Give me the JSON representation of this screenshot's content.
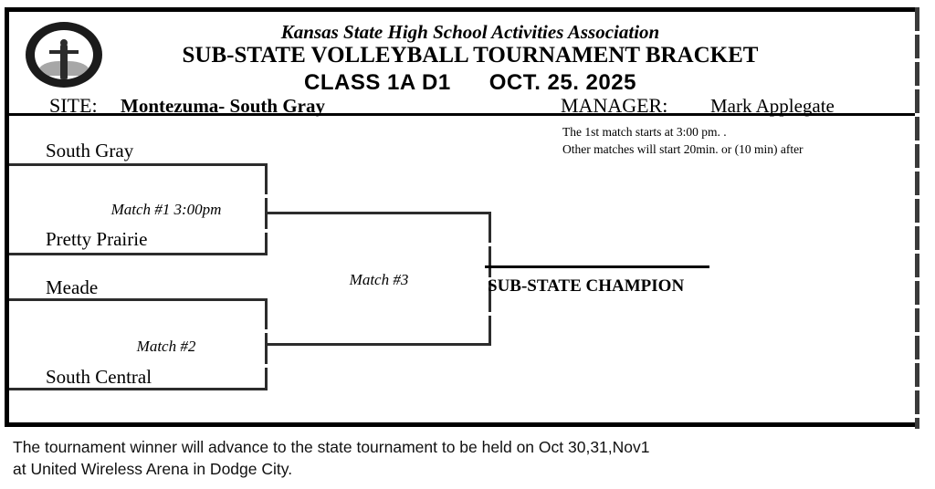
{
  "header": {
    "logo_alt": "KSHSAA seal",
    "org_name": "Kansas State High School Activities Association",
    "doc_title": "SUB-STATE VOLLEYBALL TOURNAMENT BRACKET",
    "class_label": "CLASS 1A D1",
    "date_label": "OCT. 25. 2025",
    "site_label": "SITE:",
    "site_value": "Montezuma- South Gray",
    "manager_label": "MANAGER:",
    "manager_value": "Mark Applegate"
  },
  "note": {
    "line1": "The 1st match starts at 3:00 pm. .",
    "line2": "Other matches will start 20min. or (10 min) after"
  },
  "bracket": {
    "teams": [
      {
        "name": "South Gray"
      },
      {
        "name": "Pretty Prairie"
      },
      {
        "name": "Meade"
      },
      {
        "name": "South Central"
      }
    ],
    "matches": [
      {
        "label": "Match #1  3:00pm"
      },
      {
        "label": "Match #2"
      },
      {
        "label": "Match #3"
      }
    ],
    "champion_label": "SUB-STATE CHAMPION"
  },
  "footer": {
    "line1": "The tournament winner will advance to the state tournament to be held on Oct 30,31,Nov1",
    "line2": "at United Wireless Arena in Dodge City."
  }
}
